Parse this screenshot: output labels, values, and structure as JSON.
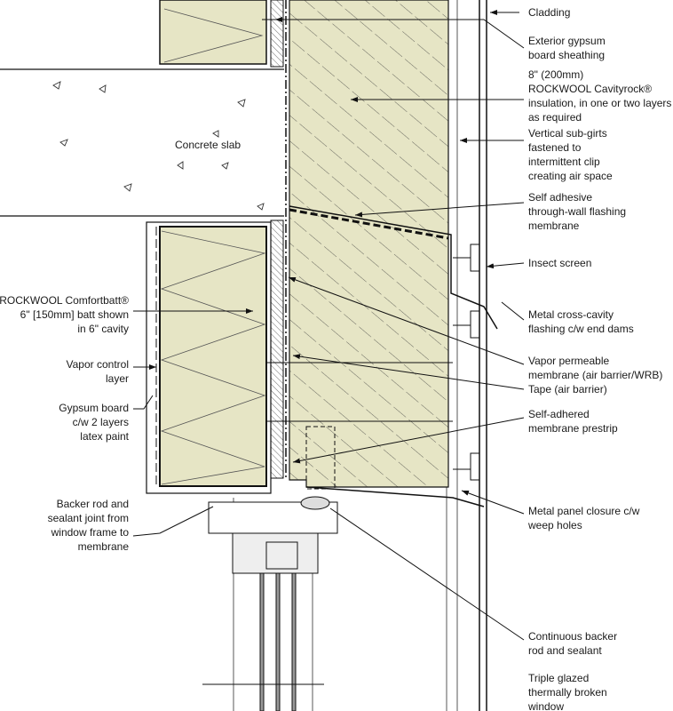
{
  "colors": {
    "insulation": "#e6e5c5",
    "line": "#1a1a1a"
  },
  "labels_right": {
    "cladding": "Cladding",
    "exterior_gypsum": "Exterior gypsum\nboard sheathing",
    "cavityrock": "8\" (200mm)\nROCKWOOL Cavityrock®\ninsulation, in one or two layers\nas required",
    "sub_girts": "Vertical sub-girts\nfastened to\nintermittent clip\ncreating air space",
    "flashing_membrane": "Self adhesive\nthrough-wall flashing\nmembrane",
    "insect_screen": "Insect screen",
    "metal_flashing": "Metal cross-cavity\nflashing c/w end dams",
    "vapor_permeable": "Vapor permeable\nmembrane (air barrier/WRB)",
    "tape": "Tape (air barrier)",
    "prestrip": "Self-adhered\nmembrane prestrip",
    "panel_closure": "Metal panel closure c/w\nweep holes",
    "backer_sealant": "Continuous backer\nrod and sealant",
    "triple_glazed": "Triple glazed\nthermally broken\nwindow"
  },
  "labels_left": {
    "comfortbatt": "ROCKWOOL Comfortbatt®\n6\" [150mm] batt shown\nin 6\" cavity",
    "vapor_control": "Vapor control\nlayer",
    "gypsum_board": "Gypsum board\nc/w 2 layers\nlatex paint",
    "backer_rod": "Backer rod and\nsealant joint from\nwindow frame to\nmembrane"
  },
  "concrete_slab": "Concrete slab"
}
